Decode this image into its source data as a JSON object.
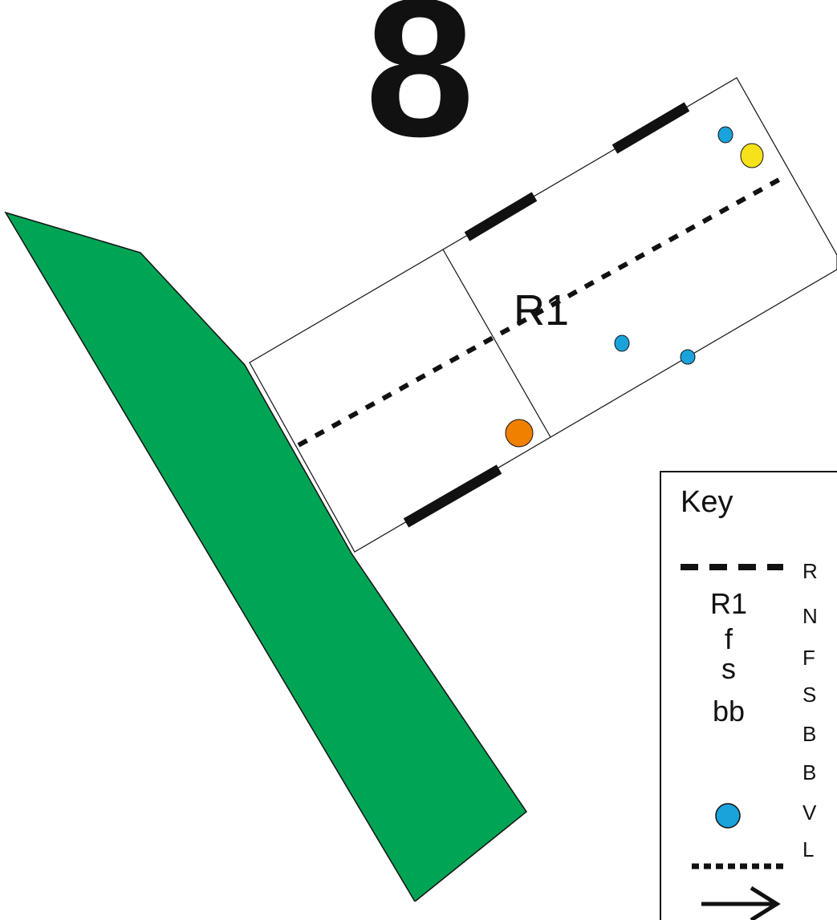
{
  "floor_number": "8",
  "room_label": "R1",
  "colors": {
    "vegetation": "#00a455",
    "blue_marker": "#1aa3db",
    "yellow_marker": "#f7e11b",
    "orange_marker": "#f08000",
    "line": "#111111"
  },
  "key": {
    "title": "Key",
    "rows": [
      {
        "symbol": "",
        "symbol_kind": "dashed-line",
        "desc": "R"
      },
      {
        "symbol": "R1",
        "symbol_kind": "text",
        "desc": "N"
      },
      {
        "symbol": "f",
        "symbol_kind": "text",
        "desc": "F"
      },
      {
        "symbol": "s",
        "symbol_kind": "text",
        "desc": "S"
      },
      {
        "symbol": "bb",
        "symbol_kind": "text",
        "desc": "B"
      },
      {
        "symbol": "",
        "symbol_kind": "blue-circle",
        "desc": "B"
      },
      {
        "symbol": "",
        "symbol_kind": "dotted-line",
        "desc": "V"
      },
      {
        "symbol": "",
        "symbol_kind": "arrow",
        "desc": "L"
      }
    ]
  }
}
